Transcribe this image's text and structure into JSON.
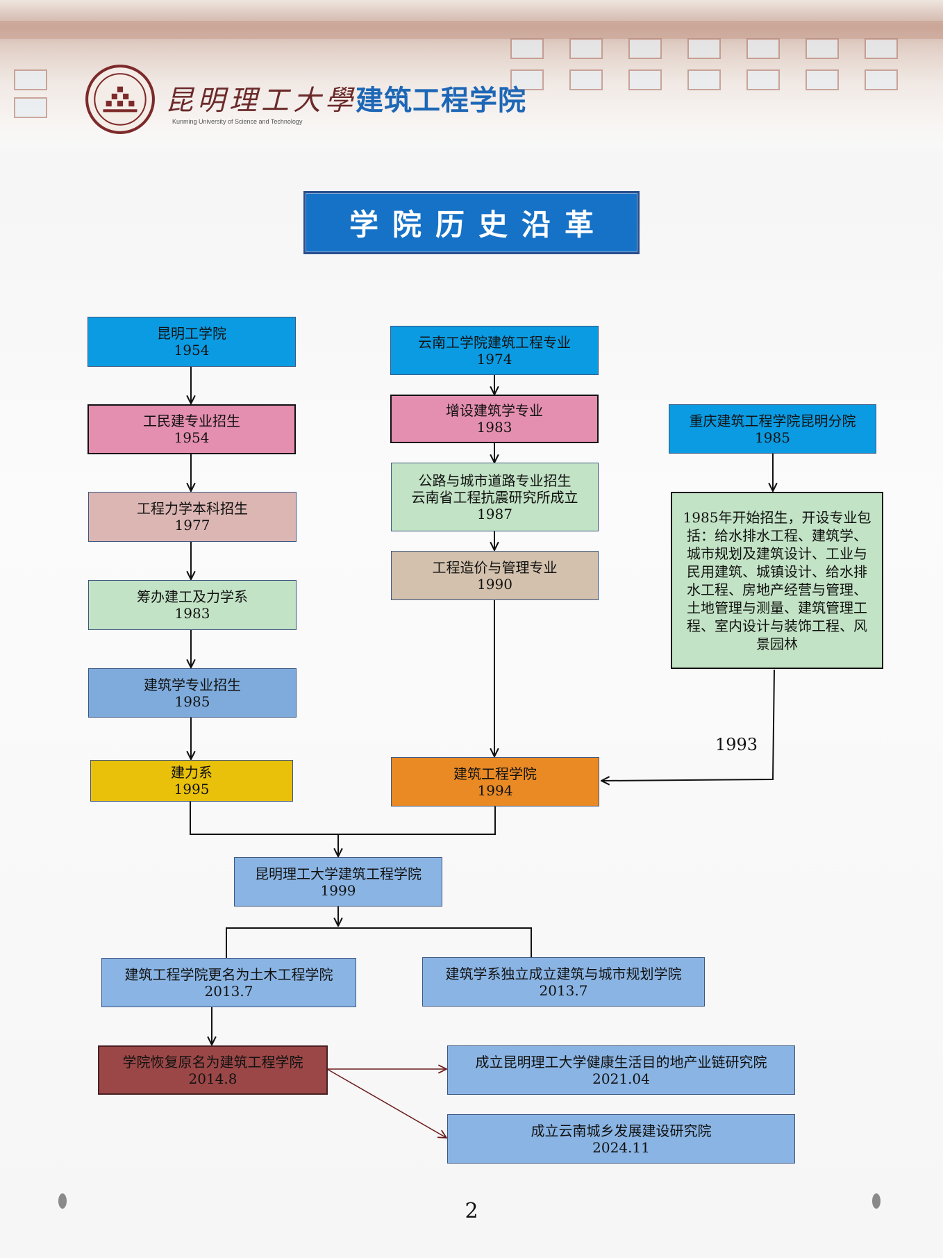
{
  "header": {
    "university_name": "昆明理工大學",
    "university_english": "Kunming University of Science and Technology",
    "college_name": "建筑工程学院"
  },
  "title": "学院历史沿革",
  "nodes": {
    "n1": {
      "label": "昆明工学院",
      "year": "1954",
      "color": "#0a9be2"
    },
    "n2": {
      "label": "工民建专业招生",
      "year": "1954",
      "color": "#e48fb0"
    },
    "n3": {
      "label": "工程力学本科招生",
      "year": "1977",
      "color": "#dbb6b3"
    },
    "n4": {
      "label": "筹办建工及力学系",
      "year": "1983",
      "color": "#c2e3c5"
    },
    "n5": {
      "label": "建筑学专业招生",
      "year": "1985",
      "color": "#7eabdc"
    },
    "n6": {
      "label": "建力系",
      "year": "1995",
      "color": "#e9c10b"
    },
    "m1": {
      "label": "云南工学院建筑工程专业",
      "year": "1974",
      "color": "#0a9be2"
    },
    "m2": {
      "label": "增设建筑学专业",
      "year": "1983",
      "color": "#e48fb0"
    },
    "m3": {
      "label": "公路与城市道路专业招生",
      "label2": "云南省工程抗震研究所成立",
      "year": "1987",
      "color": "#c2e3c5"
    },
    "m4": {
      "label": "工程造价与管理专业",
      "year": "1990",
      "color": "#d3c1ad"
    },
    "m5": {
      "label": "建筑工程学院",
      "year": "1994",
      "color": "#e98a25"
    },
    "r1": {
      "label": "重庆建筑工程学院昆明分院",
      "year": "1985",
      "color": "#0a9be2"
    },
    "r2": {
      "label": "1985年开始招生，开设专业包括：给水排水工程、建筑学、城市规划及建筑设计、工业与民用建筑、城镇设计、给水排水工程、房地产经营与管理、土地管理与测量、建筑管理工程、室内设计与装饰工程、风景园林",
      "color": "#c2e3c5"
    },
    "c1": {
      "label": "昆明理工大学建筑工程学院",
      "year": "1999",
      "color": "#8ab4e3"
    },
    "c2": {
      "label": "建筑工程学院更名为土木工程学院",
      "year": "2013.7",
      "color": "#8ab4e3"
    },
    "c3": {
      "label": "建筑学系独立成立建筑与城市规划学院",
      "year": "2013.7",
      "color": "#8ab4e3"
    },
    "c4": {
      "label": "学院恢复原名为建筑工程学院",
      "year": "2014.8",
      "color": "#9b4747"
    },
    "c5": {
      "label": "成立昆明理工大学健康生活目的地产业链研究院",
      "year": "2021.04",
      "color": "#8ab4e3"
    },
    "c6": {
      "label": "成立云南城乡发展建设研究院",
      "year": "2024.11",
      "color": "#8ab4e3"
    }
  },
  "edge_label_1993": "1993",
  "page_number": "2"
}
